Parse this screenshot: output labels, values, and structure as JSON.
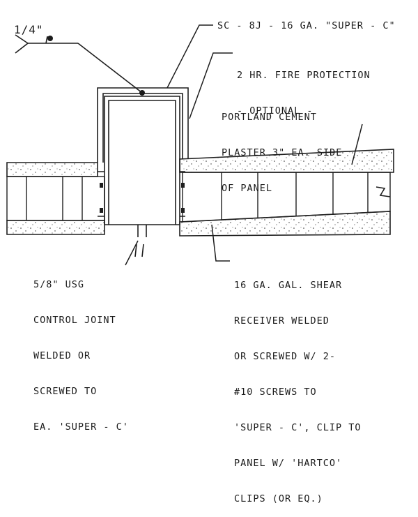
{
  "weld_symbol": {
    "size": "1/4\""
  },
  "labels": {
    "stud": "SC - 8J - 16 GA. \"SUPER - C\"",
    "fire_protection": [
      "2 HR. FIRE PROTECTION",
      "- OPTIONAL -"
    ],
    "plaster": [
      "PORTLAND CEMENT",
      "PLASTER 3\" EA. SIDE",
      "OF PANEL"
    ],
    "control_joint": [
      "5/8\" USG",
      "CONTROL JOINT",
      "WELDED OR",
      "SCREWED TO",
      "EA. 'SUPER - C'"
    ],
    "shear_receiver": [
      "16 GA. GAL. SHEAR",
      "RECEIVER WELDED",
      "OR SCREWED W/ 2-",
      "#10 SCREWS TO",
      "'SUPER - C', CLIP TO",
      "PANEL W/ 'HARTCO'",
      "CLIPS (OR EQ.)"
    ]
  }
}
